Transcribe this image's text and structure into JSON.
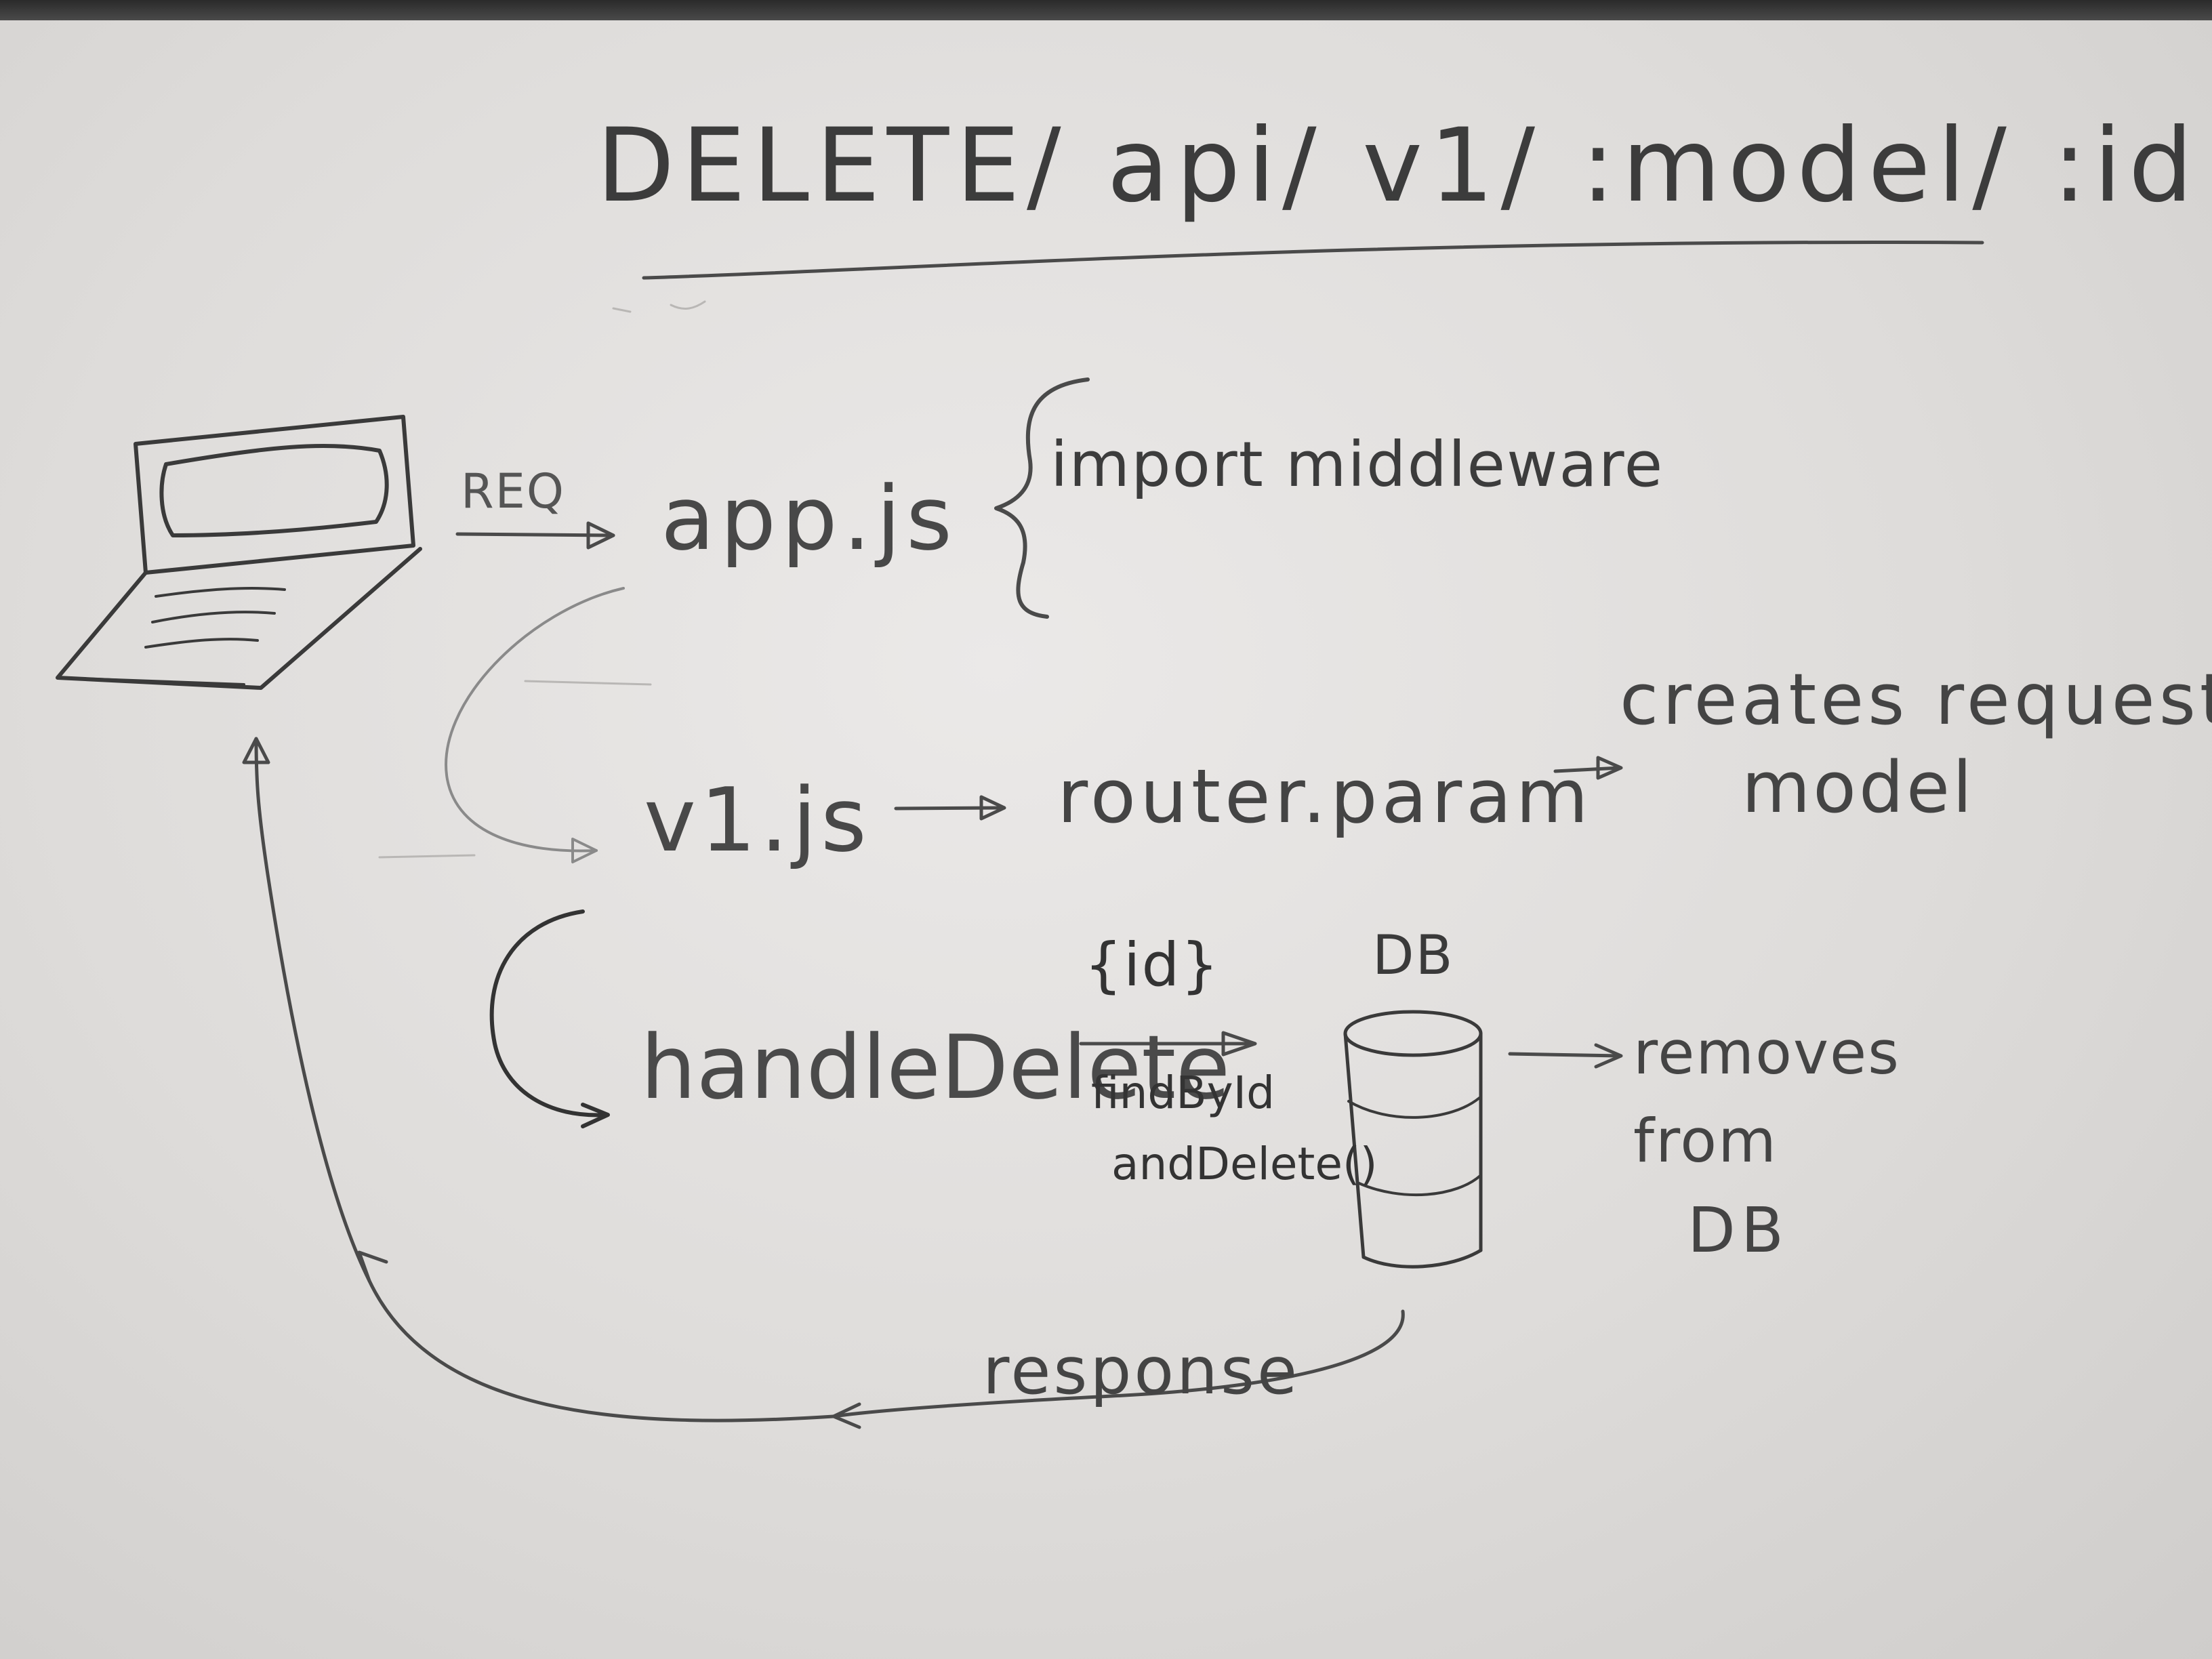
{
  "diagram": {
    "title": "DELETE/ api/ v1/ :model/ :id",
    "request_label": "REQ",
    "app_file": "app.js",
    "app_note": "import middleware",
    "router_file": "v1.js",
    "router_param": "router.param",
    "router_param_note_line1": "creates request.",
    "router_param_note_line2": "model",
    "handler": "handleDelete",
    "handler_arg": "{id}",
    "db_call_line1": "findById",
    "db_call_line2": "andDelete()",
    "db_label": "DB",
    "db_note_line1": "removes",
    "db_note_line2": "from",
    "db_note_line3": "DB",
    "response_label": "response"
  },
  "colors": {
    "board": "#e6e4e2",
    "ink": "#444444",
    "frame": "#2a2a2a"
  },
  "icons": {
    "client": "laptop-icon",
    "database": "database-cylinder-icon"
  }
}
